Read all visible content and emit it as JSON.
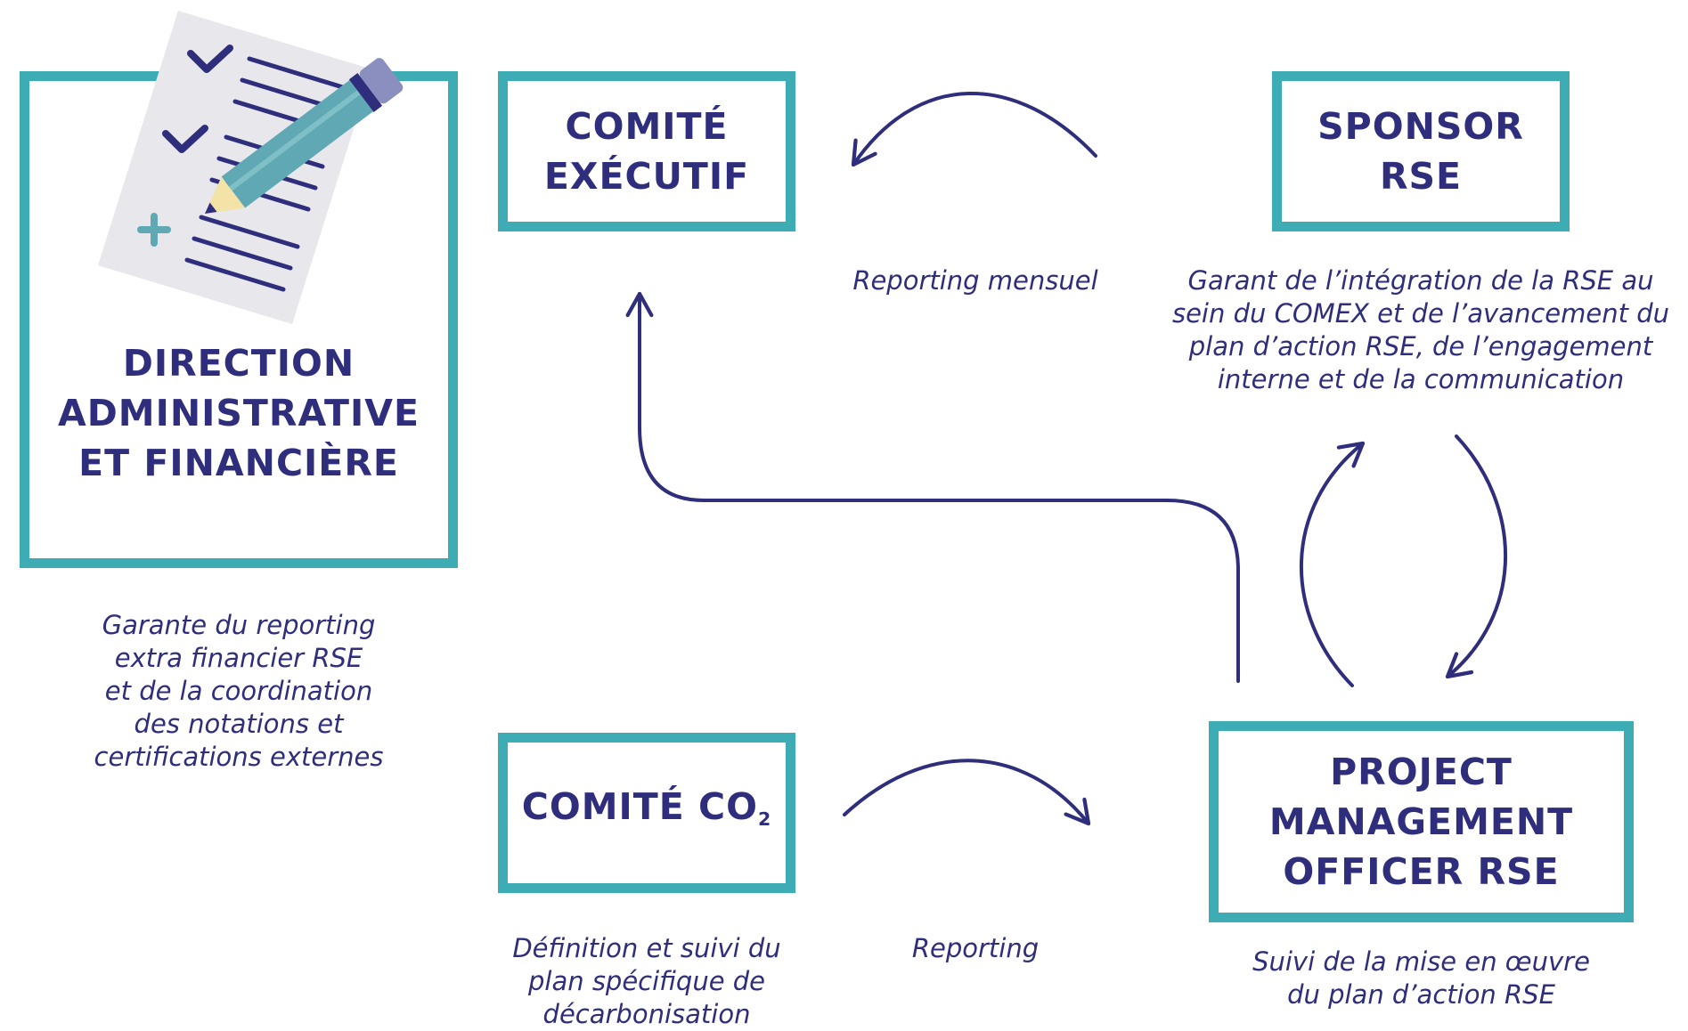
{
  "boxes": {
    "daf": {
      "title": "DIRECTION\nADMINISTRATIVE\nET FINANCIÈRE"
    },
    "comex": {
      "title": "COMITÉ\nEXÉCUTIF"
    },
    "sponsor": {
      "title": "SPONSOR\nRSE"
    },
    "co2": {
      "title_main": "COMITÉ CO",
      "title_sub": "2"
    },
    "pmo": {
      "title": "PROJECT\nMANAGEMENT\nOFFICER RSE"
    }
  },
  "descriptions": {
    "daf": "Garante du reporting\nextra financier RSE\net de la coordination\ndes notations et\ncertifications externes",
    "sponsor": "Garant de l’intégration de la RSE au\nsein du COMEX et de l’avancement du\nplan d’action RSE, de l’engagement\ninterne et de la communication",
    "co2": "Définition et suivi du\nplan spécifique de\ndécarbonisation",
    "pmo": "Suivi de la mise en œuvre\ndu plan d’action RSE"
  },
  "flows": {
    "reporting_mensuel": "Reporting mensuel",
    "reporting": "Reporting"
  },
  "colors": {
    "box_border": "#3eacb4",
    "text": "#2e2e7c",
    "arrow": "#2e2e7c",
    "paper": "#e8e8ec",
    "pencil_body": "#5fa8b4",
    "pencil_eraser": "#8a8fc0",
    "pencil_wood": "#f3e3a6"
  },
  "icons": [
    "checklist-document-icon",
    "pencil-icon"
  ]
}
